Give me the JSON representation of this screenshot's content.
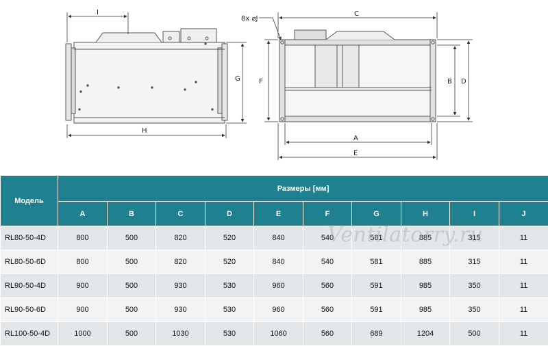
{
  "drawing": {
    "dim_I": "I",
    "dim_G": "G",
    "dim_H": "H",
    "dim_holes": "8x ⌀J",
    "dim_C": "C",
    "dim_F": "F",
    "dim_B": "B",
    "dim_D": "D",
    "dim_A": "A",
    "dim_E": "E"
  },
  "table": {
    "model_header": "Модель",
    "group_header": "Размеры [мм]",
    "columns": [
      "A",
      "B",
      "C",
      "D",
      "E",
      "F",
      "G",
      "H",
      "I",
      "J"
    ],
    "rows": [
      {
        "model": "RL80-50-4D",
        "values": [
          "800",
          "500",
          "820",
          "520",
          "840",
          "540",
          "581",
          "885",
          "315",
          "11"
        ]
      },
      {
        "model": "RL80-50-6D",
        "values": [
          "800",
          "500",
          "820",
          "520",
          "840",
          "540",
          "581",
          "885",
          "315",
          "11"
        ]
      },
      {
        "model": "RL90-50-4D",
        "values": [
          "900",
          "500",
          "930",
          "530",
          "960",
          "560",
          "591",
          "985",
          "350",
          "11"
        ]
      },
      {
        "model": "RL90-50-6D",
        "values": [
          "900",
          "500",
          "930",
          "530",
          "960",
          "560",
          "591",
          "985",
          "350",
          "11"
        ]
      },
      {
        "model": "RL100-50-4D",
        "values": [
          "1000",
          "500",
          "1030",
          "530",
          "1060",
          "560",
          "689",
          "1204",
          "500",
          "11"
        ]
      }
    ]
  },
  "watermark": "Ventilatorry.ru"
}
